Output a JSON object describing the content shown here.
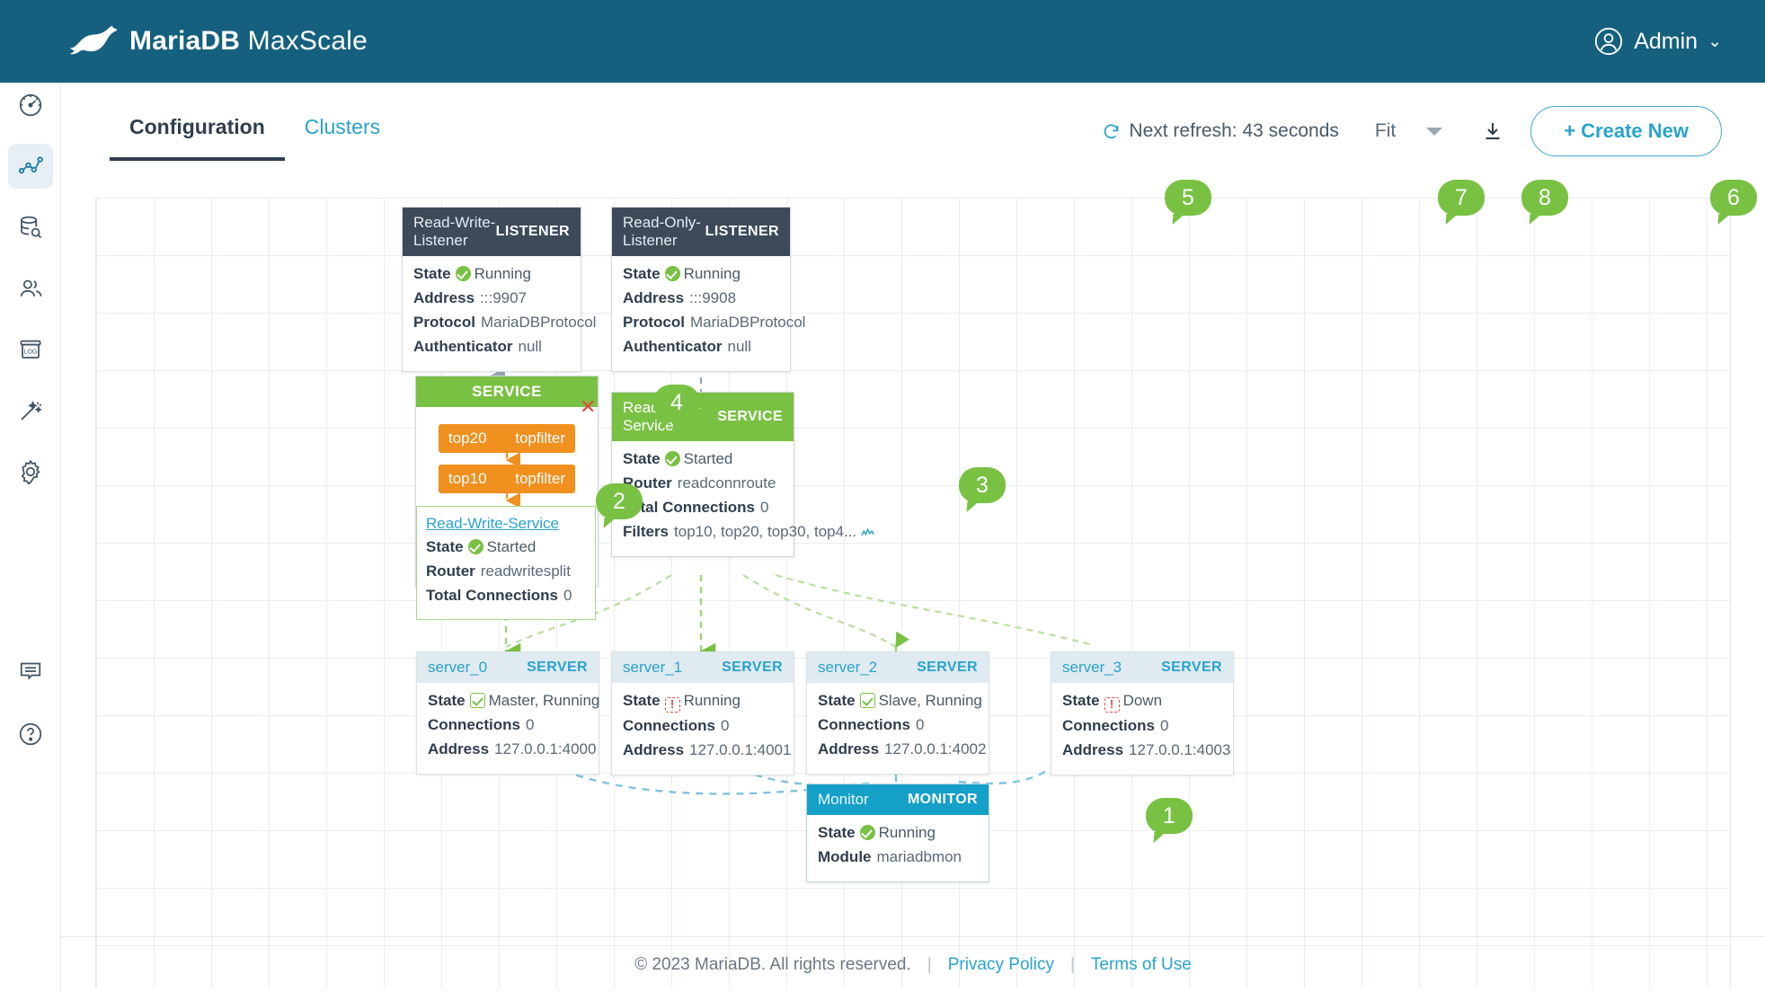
{
  "header": {
    "brand_bold": "MariaDB",
    "brand_thin": " MaxScale",
    "logo_icon": "seal-logo-icon",
    "user_label": "Admin",
    "user_icon": "user-circle-icon",
    "chevron": "⌄",
    "bg_color": "#15607f"
  },
  "sidebar": {
    "items": [
      {
        "name": "dashboard",
        "icon": "gauge-icon",
        "active": false
      },
      {
        "name": "visualization",
        "icon": "line-graph-icon",
        "active": true
      },
      {
        "name": "query-editor",
        "icon": "database-search-icon",
        "active": false
      },
      {
        "name": "users",
        "icon": "users-icon",
        "active": false
      },
      {
        "name": "logs",
        "icon": "log-box-icon",
        "active": false
      },
      {
        "name": "wizard",
        "icon": "magic-wand-icon",
        "active": false
      },
      {
        "name": "settings",
        "icon": "gear-icon",
        "active": false
      }
    ],
    "bottom_items": [
      {
        "name": "feedback",
        "icon": "speech-bubble-icon"
      },
      {
        "name": "help",
        "icon": "question-circle-icon"
      }
    ]
  },
  "tabs": [
    {
      "label": "Configuration",
      "active": true
    },
    {
      "label": "Clusters",
      "active": false
    }
  ],
  "toolbar": {
    "refresh_icon": "refresh-icon",
    "refresh_label": "Next refresh: 43 seconds",
    "fit_value": "Fit",
    "download_icon": "download-icon",
    "create_label": "+ Create New"
  },
  "callouts": [
    {
      "number": "1",
      "target": "monitor-node"
    },
    {
      "number": "2",
      "target": "read-write-service"
    },
    {
      "number": "3",
      "target": "read-only-service-filters"
    },
    {
      "number": "4",
      "target": "service-group"
    },
    {
      "number": "5",
      "target": "refresh-timer"
    },
    {
      "number": "6",
      "target": "create-new-button"
    },
    {
      "number": "7",
      "target": "fit-select"
    },
    {
      "number": "8",
      "target": "download-button"
    }
  ],
  "graph": {
    "listeners": [
      {
        "name": "Read-Write-Listener",
        "type": "LISTENER",
        "rows": [
          {
            "label": "State",
            "value": "Running",
            "icon": "check-circle-green-icon"
          },
          {
            "label": "Address",
            "value": ":::9907",
            "icon": ""
          },
          {
            "label": "Protocol",
            "value": "MariaDBProtocol",
            "icon": ""
          },
          {
            "label": "Authenticator",
            "value": "null",
            "icon": ""
          }
        ]
      },
      {
        "name": "Read-Only-Listener",
        "type": "LISTENER",
        "rows": [
          {
            "label": "State",
            "value": "Running",
            "icon": "check-circle-green-icon"
          },
          {
            "label": "Address",
            "value": ":::9908",
            "icon": ""
          },
          {
            "label": "Protocol",
            "value": "MariaDBProtocol",
            "icon": ""
          },
          {
            "label": "Authenticator",
            "value": "null",
            "icon": ""
          }
        ]
      }
    ],
    "service_group": {
      "header": "SERVICE",
      "close_icon": "close-x-icon",
      "filters": [
        {
          "name": "top20",
          "module": "topfilter"
        },
        {
          "name": "top10",
          "module": "topfilter"
        }
      ],
      "service": {
        "name": "Read-Write-Service",
        "rows": [
          {
            "label": "State",
            "value": "Started",
            "icon": "check-circle-green-icon"
          },
          {
            "label": "Router",
            "value": "readwritesplit",
            "icon": ""
          },
          {
            "label": "Total Connections",
            "value": "0",
            "icon": ""
          }
        ]
      }
    },
    "read_only_service": {
      "name": "Read-Only-Service",
      "type": "SERVICE",
      "rows": [
        {
          "label": "State",
          "value": "Started",
          "icon": "check-circle-green-icon"
        },
        {
          "label": "Router",
          "value": "readconnroute",
          "icon": ""
        },
        {
          "label": "Total Connections",
          "value": "0",
          "icon": ""
        },
        {
          "label": "Filters",
          "value": "top10, top20, top30, top4...",
          "icon": ""
        }
      ],
      "spark_icon": "sparkline-icon"
    },
    "servers": [
      {
        "name": "server_0",
        "type": "SERVER",
        "rows": [
          {
            "label": "State",
            "value": "Master, Running",
            "icon": "check-square-green-icon"
          },
          {
            "label": "Connections",
            "value": "0",
            "icon": ""
          },
          {
            "label": "Address",
            "value": "127.0.0.1:4000",
            "icon": ""
          }
        ]
      },
      {
        "name": "server_1",
        "type": "SERVER",
        "rows": [
          {
            "label": "State",
            "value": "Running",
            "icon": "warning-square-red-icon"
          },
          {
            "label": "Connections",
            "value": "0",
            "icon": ""
          },
          {
            "label": "Address",
            "value": "127.0.0.1:4001",
            "icon": ""
          }
        ]
      },
      {
        "name": "server_2",
        "type": "SERVER",
        "rows": [
          {
            "label": "State",
            "value": "Slave, Running",
            "icon": "check-square-green-icon"
          },
          {
            "label": "Connections",
            "value": "0",
            "icon": ""
          },
          {
            "label": "Address",
            "value": "127.0.0.1:4002",
            "icon": ""
          }
        ]
      },
      {
        "name": "server_3",
        "type": "SERVER",
        "rows": [
          {
            "label": "State",
            "value": "Down",
            "icon": "warning-square-red-icon"
          },
          {
            "label": "Connections",
            "value": "0",
            "icon": ""
          },
          {
            "label": "Address",
            "value": "127.0.0.1:4003",
            "icon": ""
          }
        ]
      }
    ],
    "monitor": {
      "name": "Monitor",
      "type": "MONITOR",
      "rows": [
        {
          "label": "State",
          "value": "Running",
          "icon": "check-circle-green-icon"
        },
        {
          "label": "Module",
          "value": "mariadbmon",
          "icon": ""
        }
      ]
    }
  },
  "footer": {
    "copyright": "© 2023 MariaDB. All rights reserved.",
    "sep": "|",
    "privacy": "Privacy Policy",
    "terms": "Terms of Use"
  },
  "colors": {
    "brand_blue": "#15607f",
    "accent_cyan": "#2aa3cc",
    "green": "#79c143",
    "orange": "#f0901f",
    "red": "#e8453c",
    "dark_slate": "#3c4a5a",
    "monitor_blue": "#15a0c8"
  }
}
